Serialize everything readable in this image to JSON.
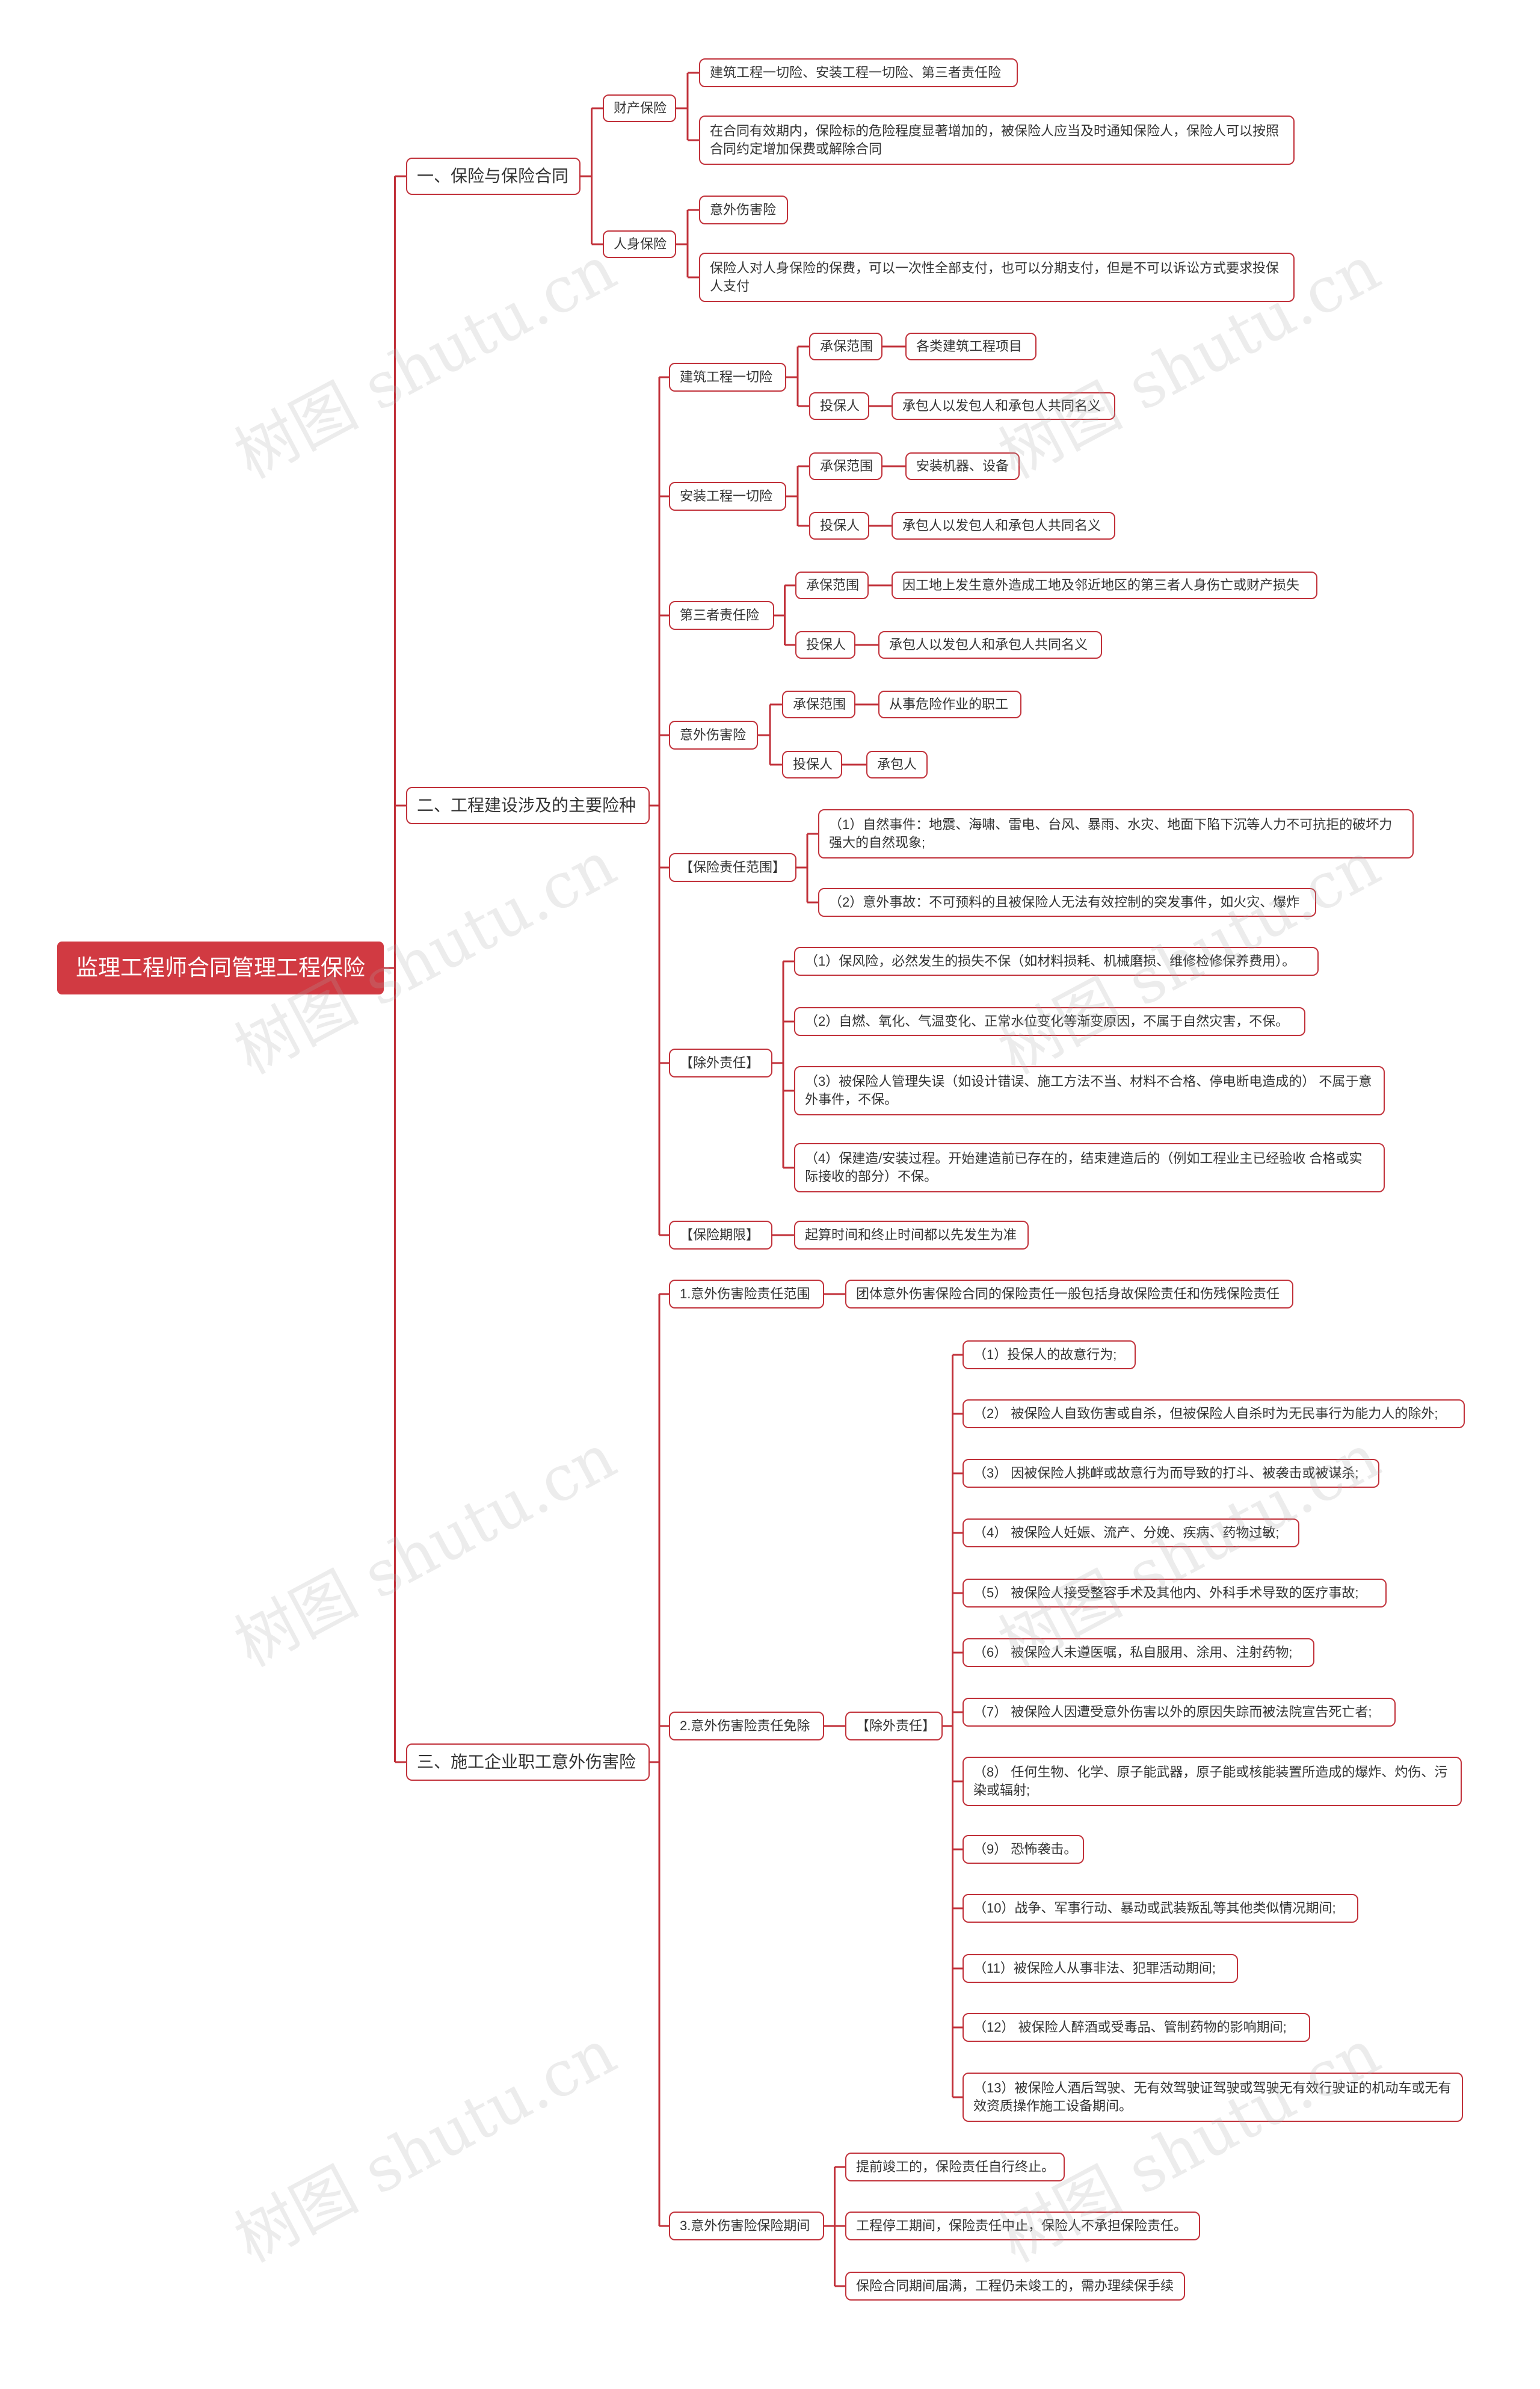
{
  "root": "监理工程师合同管理工程保险",
  "watermark": "树图 shutu.cn",
  "nodes": {
    "s1": "一、保险与保险合同",
    "s1_caichan": "财产保险",
    "s1_caichan_1": "建筑工程一切险、安装工程一切险、第三者责任险",
    "s1_caichan_2": "在合同有效期内，保险标的危险程度显著增加的，被保险人应当及时通知保险人，保险人可以按照合同约定增加保费或解除合同",
    "s1_renshen": "人身保险",
    "s1_renshen_1": "意外伤害险",
    "s1_renshen_2": "保险人对人身保险的保费，可以一次性全部支付，也可以分期支付，但是不可以诉讼方式要求投保人支付",
    "s2": "二、工程建设涉及的主要险种",
    "s2_jz": "建筑工程一切险",
    "s2_jz_fw": "承保范围",
    "s2_jz_fw_v": "各类建筑工程项目",
    "s2_jz_tb": "投保人",
    "s2_jz_tb_v": "承包人以发包人和承包人共同名义",
    "s2_az": "安装工程一切险",
    "s2_az_fw": "承保范围",
    "s2_az_fw_v": "安装机器、设备",
    "s2_az_tb": "投保人",
    "s2_az_tb_v": "承包人以发包人和承包人共同名义",
    "s2_ds": "第三者责任险",
    "s2_ds_fw": "承保范围",
    "s2_ds_fw_v": "因工地上发生意外造成工地及邻近地区的第三者人身伤亡或财产损失",
    "s2_ds_tb": "投保人",
    "s2_ds_tb_v": "承包人以发包人和承包人共同名义",
    "s2_yw": "意外伤害险",
    "s2_yw_fw": "承保范围",
    "s2_yw_fw_v": "从事危险作业的职工",
    "s2_yw_tb": "投保人",
    "s2_yw_tb_v": "承包人",
    "s2_zr": "【保险责任范围】",
    "s2_zr_1": "（1）自然事件：地震、海啸、雷电、台风、暴雨、水灾、地面下陷下沉等人力不可抗拒的破坏力强大的自然现象;",
    "s2_zr_2": "（2）意外事故：不可预料的且被保险人无法有效控制的突发事件，如火灾、爆炸",
    "s2_cw": "【除外责任】",
    "s2_cw_1": "（1）保风险，必然发生的损失不保（如材料损耗、机械磨损、维修检修保养费用）。",
    "s2_cw_2": "（2）自燃、氧化、气温变化、正常水位变化等渐变原因，不属于自然灾害，不保。",
    "s2_cw_3": "（3）被保险人管理失误（如设计错误、施工方法不当、材料不合格、停电断电造成的） 不属于意外事件，不保。",
    "s2_cw_4": "（4）保建造/安装过程。开始建造前已存在的，结束建造后的（例如工程业主已经验收 合格或实际接收的部分）不保。",
    "s2_qx": "【保险期限】",
    "s2_qx_v": "起算时间和终止时间都以先发生为准",
    "s3": "三、施工企业职工意外伤害险",
    "s3_1": "1.意外伤害险责任范围",
    "s3_1_v": "团体意外伤害保险合同的保险责任一般包括身故保险责任和伤残保险责任",
    "s3_2": "2.意外伤害险责任免除",
    "s3_2_cw": "【除外责任】",
    "s3_2_1": "（1）投保人的故意行为;",
    "s3_2_2": "（2） 被保险人自致伤害或自杀，但被保险人自杀时为无民事行为能力人的除外;",
    "s3_2_3": "（3） 因被保险人挑衅或故意行为而导致的打斗、被袭击或被谋杀;",
    "s3_2_4": "（4） 被保险人妊娠、流产、分娩、疾病、药物过敏;",
    "s3_2_5": "（5） 被保险人接受整容手术及其他内、外科手术导致的医疗事故;",
    "s3_2_6": "（6） 被保险人未遵医嘱，私自服用、涂用、注射药物;",
    "s3_2_7": "（7） 被保险人因遭受意外伤害以外的原因失踪而被法院宣告死亡者;",
    "s3_2_8": "（8） 任何生物、化学、原子能武器，原子能或核能装置所造成的爆炸、灼伤、污染或辐射;",
    "s3_2_9": "（9） 恐怖袭击。",
    "s3_2_10": "（10）战争、军事行动、暴动或武装叛乱等其他类似情况期间;",
    "s3_2_11": "（11）被保险人从事非法、犯罪活动期间;",
    "s3_2_12": "（12） 被保险人醉酒或受毒品、管制药物的影响期间;",
    "s3_2_13": "（13）被保险人酒后驾驶、无有效驾驶证驾驶或驾驶无有效行驶证的机动车或无有效资质操作施工设备期间。",
    "s3_3": "3.意外伤害险保险期间",
    "s3_3_1": "提前竣工的，保险责任自行终止。",
    "s3_3_2": "工程停工期间，保险责任中止，保险人不承担保险责任。",
    "s3_3_3": "保险合同期间届满，工程仍未竣工的，需办理续保手续"
  },
  "colors": {
    "accent": "#c1313a",
    "root_fill": "#d13a42",
    "text": "#333333"
  }
}
